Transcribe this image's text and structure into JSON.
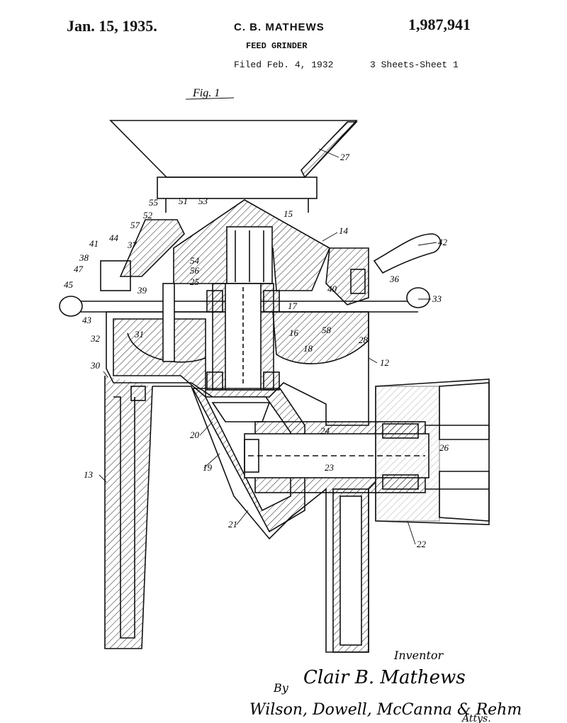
{
  "header": {
    "date": "Jan. 15, 1935.",
    "inventor": "C. B. MATHEWS",
    "patent_number": "1,987,941",
    "title": "FEED GRINDER",
    "filed": "Filed Feb. 4, 1932",
    "sheets": "3 Sheets-Sheet 1"
  },
  "drawing": {
    "fig_label": "Fig. 1",
    "reference_numerals": [
      "27",
      "55",
      "51",
      "53",
      "52",
      "57",
      "15",
      "14",
      "42",
      "41",
      "44",
      "37",
      "54",
      "56",
      "38",
      "47",
      "45",
      "39",
      "25",
      "40",
      "36",
      "33",
      "17",
      "43",
      "32",
      "31",
      "16",
      "18",
      "58",
      "28",
      "12",
      "30",
      "20",
      "24",
      "26",
      "19",
      "23",
      "13",
      "21",
      "22"
    ]
  },
  "signature": {
    "inventor_label": "Inventor",
    "by": "By",
    "inventor_name": "Clair B. Mathews",
    "attorneys": "Wilson, Dowell, McCanna & Rehm",
    "attys": "Attys."
  }
}
